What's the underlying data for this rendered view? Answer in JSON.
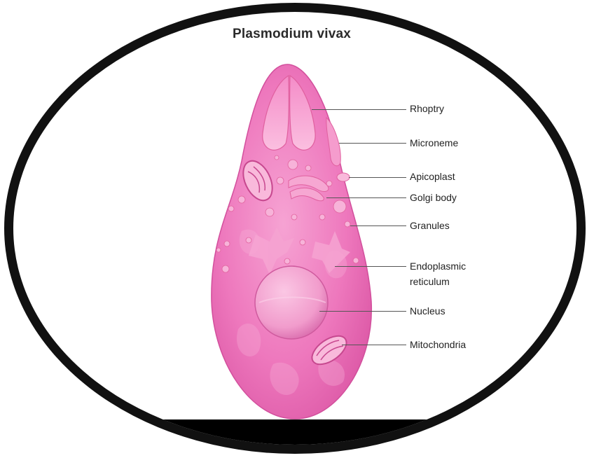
{
  "diagram": {
    "title": "Plasmodium vivax",
    "labels": {
      "rhoptry": "Rhoptry",
      "microneme": "Microneme",
      "apicoplast": "Apicoplast",
      "golgi": "Golgi body",
      "granules": "Granules",
      "er_line1": "Endoplasmic",
      "er_line2": "reticulum",
      "nucleus": "Nucleus",
      "mitochondria": "Mitochondria"
    },
    "colors": {
      "cell_body": "#f07cc0",
      "cell_edge": "#d9539f",
      "organelle": "#f9b6da",
      "frame": "#111111"
    }
  }
}
